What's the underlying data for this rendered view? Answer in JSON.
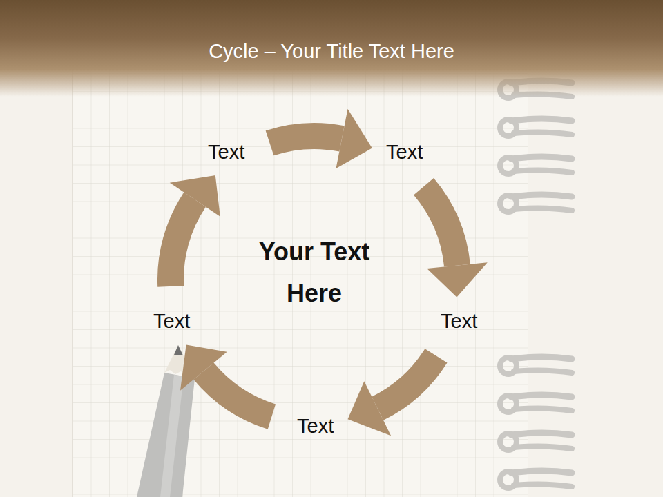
{
  "diagram": {
    "title": "Cycle – Your Title Text Here",
    "nodes": [
      {
        "text": [
          "Text"
        ]
      },
      {
        "text": [
          "Text"
        ]
      },
      {
        "text": [
          "Text"
        ]
      },
      {
        "text": [
          "Text"
        ]
      },
      {
        "text": [
          "Text"
        ]
      }
    ],
    "edges": [
      {
        "from": 0,
        "to": 1,
        "arrow": "to"
      },
      {
        "from": 1,
        "to": 2,
        "arrow": "to"
      },
      {
        "from": 2,
        "to": 3,
        "arrow": "to"
      },
      {
        "from": 3,
        "to": 4,
        "arrow": "to"
      },
      {
        "from": 4,
        "to": 0,
        "arrow": "to"
      }
    ],
    "labels": [
      "Your Text Here"
    ]
  }
}
